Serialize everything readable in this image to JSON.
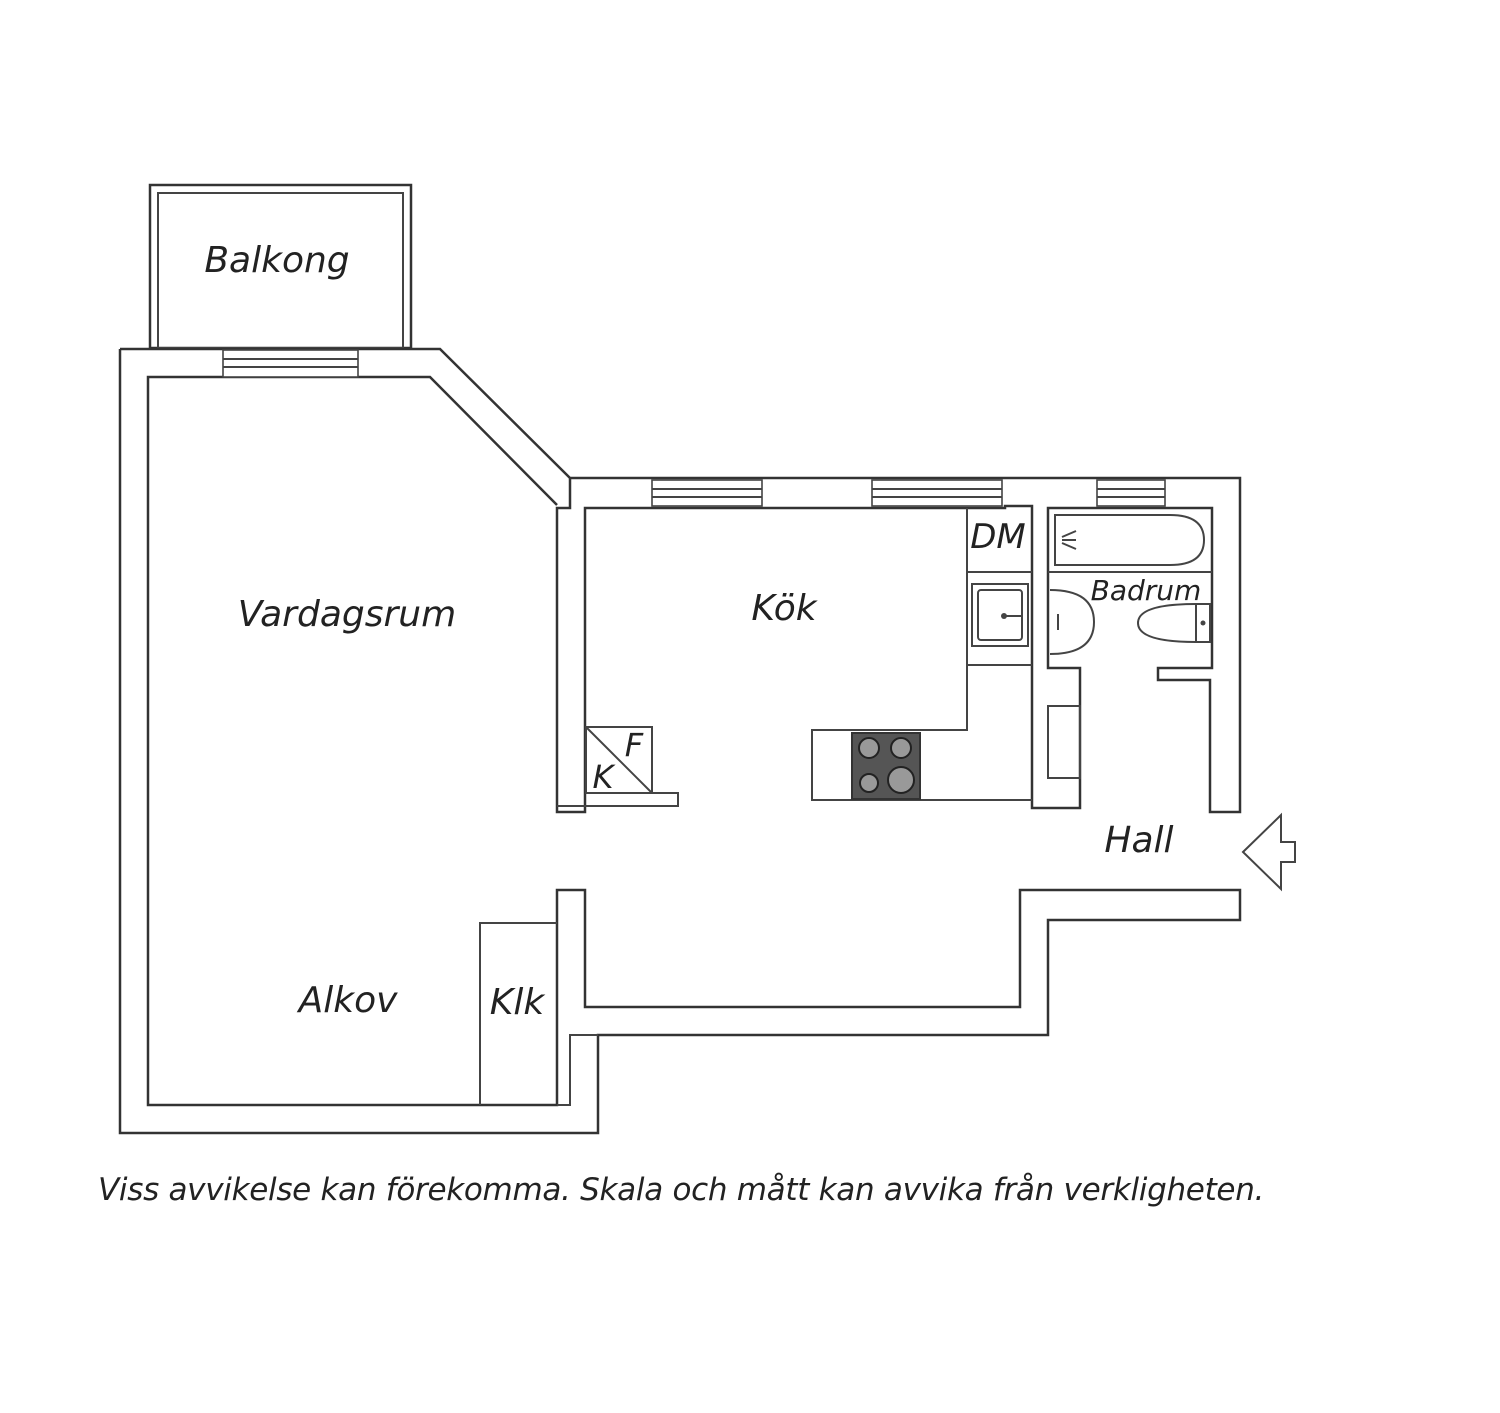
{
  "rooms": {
    "balkong": "Balkong",
    "vardagsrum": "Vardagsrum",
    "kok": "Kök",
    "dm": "DM",
    "badrum": "Badrum",
    "hall": "Hall",
    "alkov": "Alkov",
    "klk": "Klk",
    "fridge_f": "F",
    "freezer_k": "K"
  },
  "disclaimer": "Viss avvikelse kan förekomma. Skala och mått kan avvika från verkligheten."
}
